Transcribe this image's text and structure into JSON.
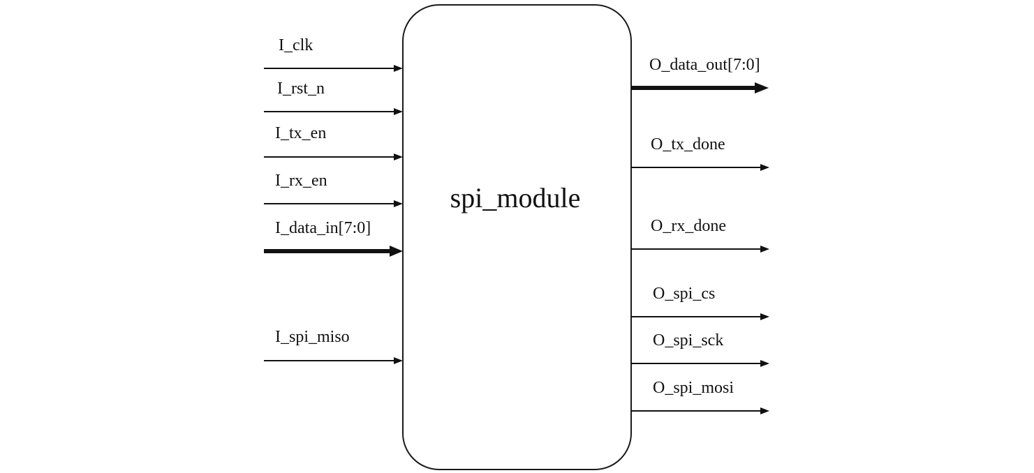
{
  "module": {
    "name": "spi_module"
  },
  "inputs": [
    {
      "label": "I_clk",
      "bus": false
    },
    {
      "label": "I_rst_n",
      "bus": false
    },
    {
      "label": "I_tx_en",
      "bus": false
    },
    {
      "label": "I_rx_en",
      "bus": false
    },
    {
      "label": "I_data_in[7:0]",
      "bus": true
    },
    {
      "label": "I_spi_miso",
      "bus": false
    }
  ],
  "outputs": [
    {
      "label": "O_data_out[7:0]",
      "bus": true
    },
    {
      "label": "O_tx_done",
      "bus": false
    },
    {
      "label": "O_rx_done",
      "bus": false
    },
    {
      "label": "O_spi_cs",
      "bus": false
    },
    {
      "label": "O_spi_sck",
      "bus": false
    },
    {
      "label": "O_spi_mosi",
      "bus": false
    }
  ]
}
